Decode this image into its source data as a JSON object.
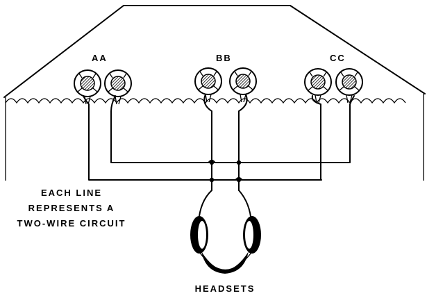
{
  "labels": {
    "group_a": "AA",
    "group_b": "BB",
    "group_c": "CC",
    "note_line1": "EACH LINE",
    "note_line2": "REPRESENTS A",
    "note_line3": "TWO-WIRE CIRCUIT",
    "headsets": "HEADSETS"
  },
  "colors": {
    "ink": "#000000",
    "paper": "#ffffff"
  }
}
